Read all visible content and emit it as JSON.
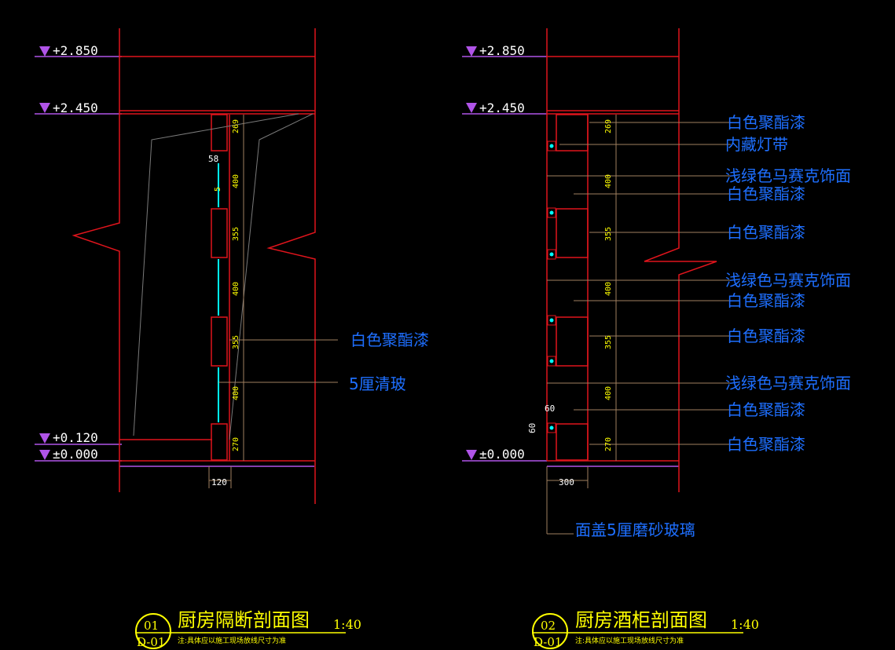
{
  "colors": {
    "wall": "#e0141c",
    "level_line": "#b054e8",
    "glass": "#00ffff",
    "annotation": "#1e6fff",
    "title": "#ffff00",
    "dim_line": "#a08060",
    "guide": "#ffffff"
  },
  "left": {
    "levels": [
      "+2.850",
      "+2.450",
      "+0.120",
      "±0.000"
    ],
    "dims": [
      "269",
      "400",
      "355",
      "400",
      "355",
      "400",
      "270"
    ],
    "small_dims": [
      "58",
      "5"
    ],
    "bottom_dim": "120",
    "notes": [
      "白色聚酯漆",
      "5厘清玻"
    ],
    "title": {
      "number": "01",
      "sheet": "D-01",
      "name": "厨房隔断剖面图",
      "scale": "1:40",
      "note": "注:具体应以施工现场放线尺寸为准"
    }
  },
  "right": {
    "levels": [
      "+2.850",
      "+2.450",
      "±0.000"
    ],
    "dims": [
      "269",
      "400",
      "355",
      "400",
      "355",
      "400",
      "270"
    ],
    "small_dims": [
      "60",
      "60"
    ],
    "bottom_dim": "300",
    "notes": [
      "白色聚酯漆",
      "内藏灯带",
      "浅绿色马赛克饰面",
      "白色聚酯漆",
      "白色聚酯漆",
      "浅绿色马赛克饰面",
      "白色聚酯漆",
      "白色聚酯漆",
      "浅绿色马赛克饰面",
      "白色聚酯漆",
      "白色聚酯漆"
    ],
    "bottom_note": "面盖5厘磨砂玻璃",
    "title": {
      "number": "02",
      "sheet": "D-01",
      "name": "厨房酒柜剖面图",
      "scale": "1:40",
      "note": "注:具体应以施工现场放线尺寸为准"
    }
  }
}
